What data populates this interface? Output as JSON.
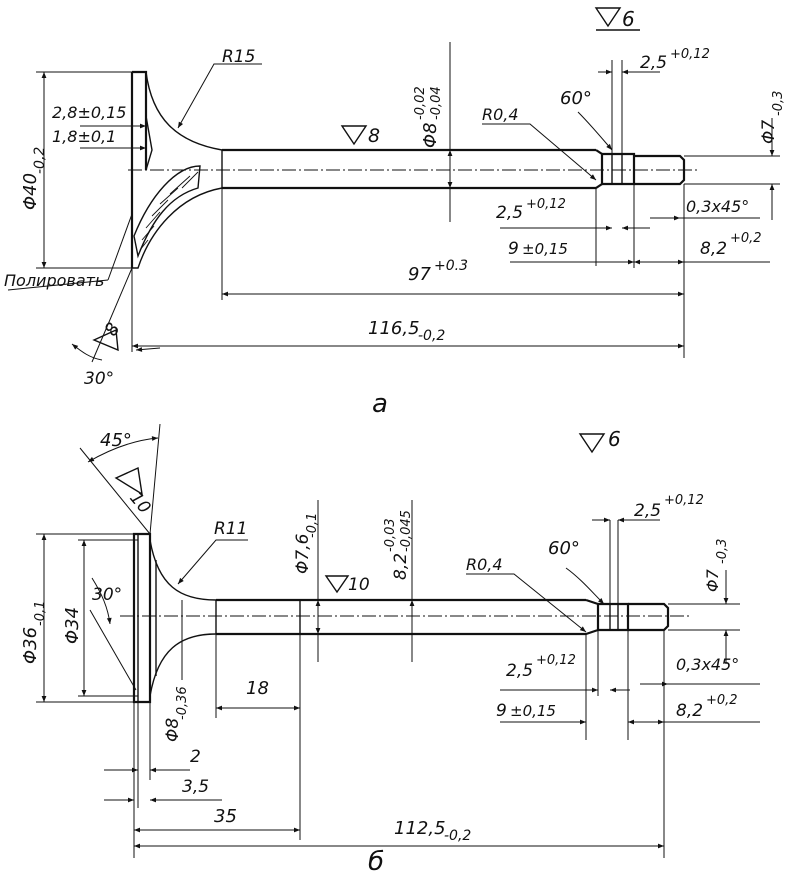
{
  "colors": {
    "ink": "#111111",
    "paper": "#ffffff"
  },
  "drawing_a": {
    "label": "а",
    "roughness_top": "6",
    "roughness_stem": "8",
    "roughness_seat": "8",
    "radius": "R15",
    "head_diameter": "Φ40",
    "head_diameter_tol": "-0,2",
    "head_thickness": "2,8±0,15",
    "seat_land": "1,8±0,1",
    "polish_note": "Полировать",
    "seat_angle": "30°",
    "stem_diameter": "Φ8",
    "stem_diameter_tol_upper": "-0,02",
    "stem_diameter_tol_lower": "-0,04",
    "tip_radius": "R0,4",
    "groove_angle": "60°",
    "groove_width": "2,5",
    "groove_width_tol": "+0,12",
    "groove_width_lower": "2,5",
    "groove_width_lower_tol": "+0,12",
    "tip_diameter": "Φ7",
    "tip_diameter_tol": "-0,3",
    "chamfer": "0,3x45°",
    "groove_pos": "9",
    "groove_pos_tol": "±0,15",
    "tip_len": "8,2",
    "tip_len_tol": "+0,2",
    "stem_len": "97",
    "stem_len_tol": "+0.3",
    "total_len": "116,5",
    "total_len_tol": "-0,2"
  },
  "drawing_b": {
    "label": "б",
    "roughness_top": "6",
    "roughness_stem": "10",
    "roughness_head": "10",
    "head_angle": "45°",
    "radius": "R11",
    "head_diameter": "Φ36",
    "head_diameter_tol": "-0,1",
    "seat_diameter": "Φ34",
    "seat_angle": "30°",
    "neck_diameter": "Φ8",
    "neck_diameter_tol": "-0,36",
    "stem_diameter": "Φ7,6",
    "stem_diameter_tol": "-0,1",
    "stem_fit": "8,2",
    "stem_fit_tol_upper": "-0,03",
    "stem_fit_tol_lower": "-0,045",
    "tip_radius": "R0,4",
    "groove_angle": "60°",
    "groove_width": "2,5",
    "groove_width_tol": "+0,12",
    "groove_width_lower": "2,5",
    "groove_width_lower_tol": "+0,12",
    "tip_diameter": "Φ7",
    "tip_diameter_tol": "-0,3",
    "chamfer": "0,3x45°",
    "groove_pos": "9",
    "groove_pos_tol": "±0,15",
    "tip_len": "8,2",
    "tip_len_tol": "+0,2",
    "head_thickness": "2",
    "head_total": "3,5",
    "neck_len": "18",
    "shoulder_len": "35",
    "total_len": "112,5",
    "total_len_tol": "-0,2"
  }
}
